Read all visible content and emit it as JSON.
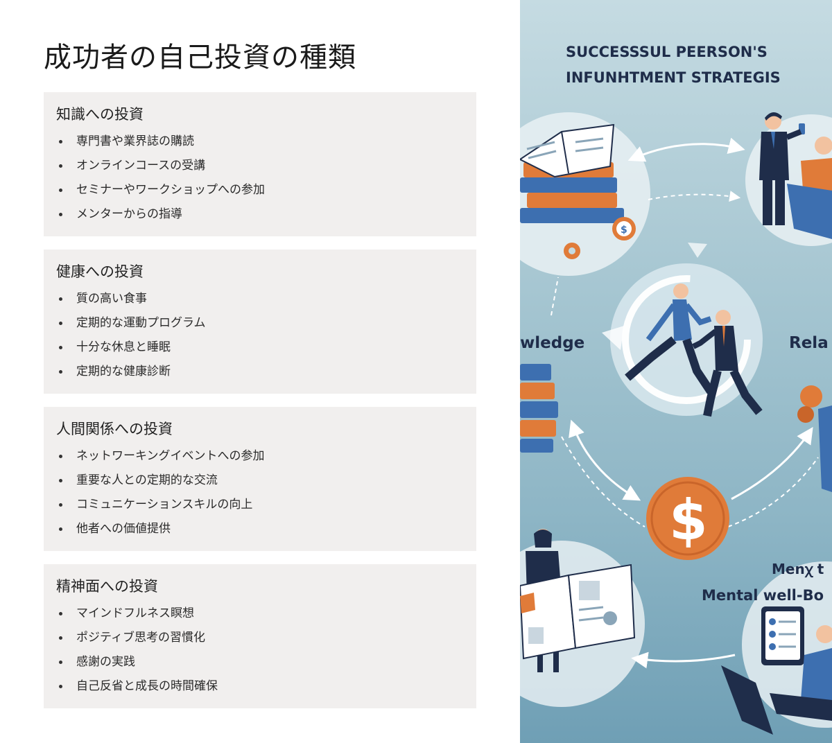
{
  "page": {
    "title": "成功者の自己投資の種類"
  },
  "sections": [
    {
      "heading": "知識への投資",
      "items": [
        "専門書や業界誌の購読",
        "オンラインコースの受講",
        "セミナーやワークショップへの参加",
        "メンターからの指導"
      ]
    },
    {
      "heading": "健康への投資",
      "items": [
        "質の高い食事",
        "定期的な運動プログラム",
        "十分な休息と睡眠",
        "定期的な健康診断"
      ]
    },
    {
      "heading": "人間関係への投資",
      "items": [
        "ネットワーキングイベントへの参加",
        "重要な人との定期的な交流",
        "コミュニケーションスキルの向上",
        "他者への価値提供"
      ]
    },
    {
      "heading": "精神面への投資",
      "items": [
        "マインドフルネス瞑想",
        "ポジティブ思考の習慣化",
        "感謝の実践",
        "自己反省と成長の時間確保"
      ]
    }
  ],
  "illustration": {
    "title_line1": "SUCCESSSUL PEERSON'S",
    "title_line2": "INFUNHTMENT STRATEGIS",
    "label_knowledge": "wledge",
    "label_relationships": "Rela",
    "label_mental_top": "Menꭓ t",
    "label_mental": "Mental well-Bo",
    "dollar_symbol": "$",
    "colors": {
      "accent": "#e07b39",
      "navy": "#1f2d4a",
      "blue": "#3d6fb0",
      "bg": "#a9c8d3"
    }
  }
}
